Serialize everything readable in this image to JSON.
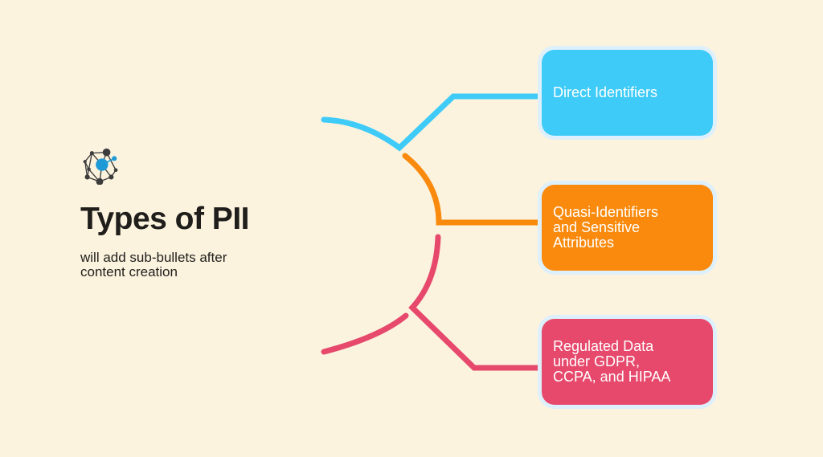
{
  "page": {
    "background_color": "#FCF3DF",
    "ink_color": "#1F1E1B"
  },
  "brand": {
    "logo_icon": "network-nodes-logo",
    "logo_dark_color": "#3C3C3C",
    "logo_blue_color": "#1E9BD7"
  },
  "header": {
    "title": "Types of PII",
    "subtitle": "will add sub-bullets after\ncontent creation"
  },
  "mindmap": {
    "halo_color": "#DDF0FB",
    "node_text_color": "#FFFFFF",
    "nodes": [
      {
        "label": "Direct Identifiers",
        "color": "#3ECBF8"
      },
      {
        "label": "Quasi-Identifiers\nand Sensitive\nAttributes",
        "color": "#F98A0D"
      },
      {
        "label": "Regulated Data\nunder GDPR,\nCCPA, and HIPAA",
        "color": "#E6496C"
      }
    ]
  }
}
